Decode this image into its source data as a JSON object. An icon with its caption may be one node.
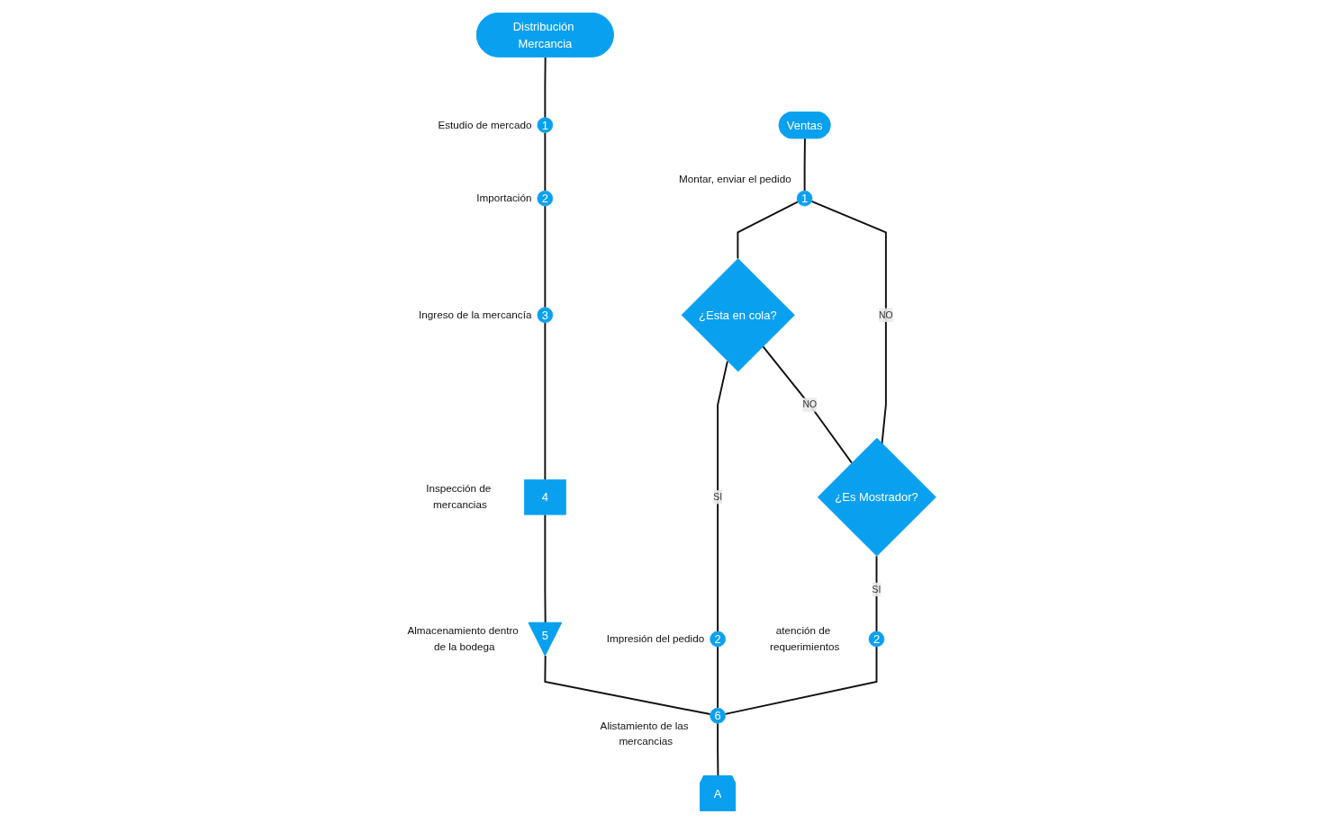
{
  "diagram": {
    "nodes": [
      {
        "text": [
          "Distribución Mercancia"
        ]
      },
      {
        "text": [
          "1"
        ],
        "beside": [
          "Estudio de mercado"
        ]
      },
      {
        "text": [
          "2"
        ],
        "beside": [
          "Importación"
        ]
      },
      {
        "text": [
          "3"
        ],
        "beside": [
          "Ingreso de la mercancía"
        ]
      },
      {
        "text": [
          "4"
        ],
        "beside": [
          "Inspección de mercancias"
        ]
      },
      {
        "text": [
          "5"
        ],
        "beside": [
          "Almacenamiento dentro de la bodega"
        ]
      },
      {
        "text": [
          "6"
        ],
        "beside": [
          "Alistamiento de las mercancias"
        ]
      },
      {
        "text": [
          "A"
        ]
      },
      {
        "text": [
          "Ventas"
        ]
      },
      {
        "text": [
          "1"
        ],
        "beside": [
          "Montar, enviar el pedido"
        ]
      },
      {
        "text": [
          "¿Esta en cola?"
        ]
      },
      {
        "text": [
          "¿Es Mostrador?"
        ]
      },
      {
        "text": [
          "2"
        ],
        "beside": [
          "Impresión del pedido"
        ]
      },
      {
        "text": [
          "2"
        ],
        "beside": [
          "atención de requerimientos"
        ]
      }
    ],
    "edges": [
      {
        "from": 0,
        "to": 1,
        "arrow": "none"
      },
      {
        "from": 1,
        "to": 2,
        "arrow": "none"
      },
      {
        "from": 2,
        "to": 3,
        "arrow": "none"
      },
      {
        "from": 3,
        "to": 4,
        "arrow": "none"
      },
      {
        "from": 4,
        "to": 5,
        "arrow": "none"
      },
      {
        "from": 5,
        "to": 6,
        "arrow": "none"
      },
      {
        "from": 6,
        "to": 7,
        "arrow": "none"
      },
      {
        "from": 8,
        "to": 9,
        "arrow": "none"
      },
      {
        "from": 9,
        "to": 10,
        "arrow": "none"
      },
      {
        "from": 10,
        "to": 11,
        "arrow": "none",
        "label": "NO"
      },
      {
        "from": 11,
        "to": 9,
        "arrow": "none",
        "label": "NO"
      },
      {
        "from": 10,
        "to": 12,
        "arrow": "none",
        "label": "SI"
      },
      {
        "from": 11,
        "to": 13,
        "arrow": "none",
        "label": "SI"
      },
      {
        "from": 12,
        "to": 6,
        "arrow": "none"
      },
      {
        "from": 13,
        "to": 6,
        "arrow": "none"
      }
    ]
  }
}
